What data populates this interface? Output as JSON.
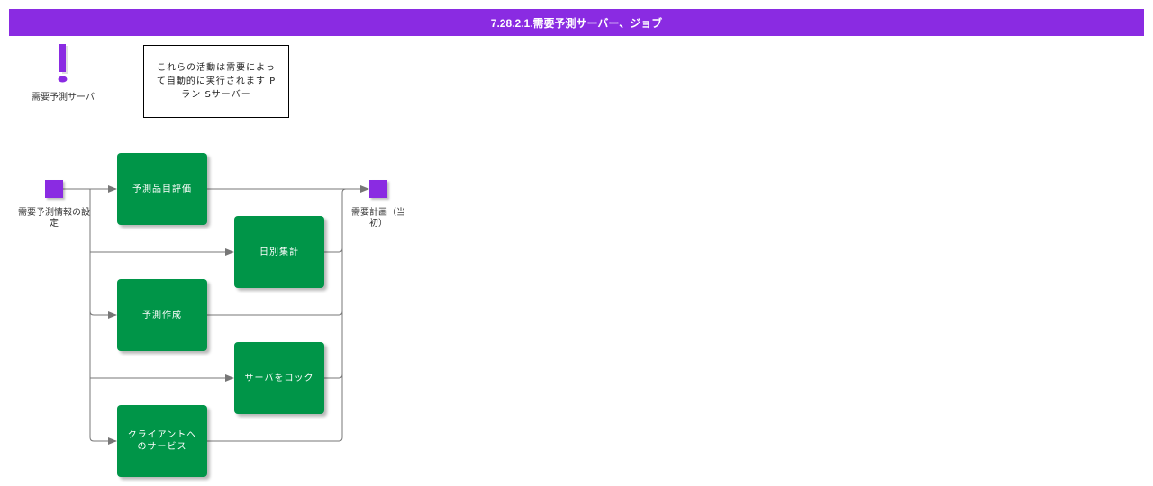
{
  "header": {
    "title": "7.28.2.1.需要予測サーバー、ジョブ"
  },
  "legend": {
    "icon": "exclamation-icon",
    "label": "需要予測サーバ",
    "note": "これらの活動は需要によって自動的に実行されます Pラン Sサーバー"
  },
  "start_event": {
    "label": "需要予測情報の設定"
  },
  "end_event": {
    "label": "需要計画（当初）"
  },
  "activities": [
    {
      "id": "evaluate-items",
      "label": "予測品目評価"
    },
    {
      "id": "daily-aggregate",
      "label": "日別集計"
    },
    {
      "id": "create-forecast",
      "label": "予測作成"
    },
    {
      "id": "lock-server",
      "label": "サーバをロック"
    },
    {
      "id": "serve-clients",
      "label": "クライアントへのサービス"
    }
  ],
  "colors": {
    "header": "#8a2be2",
    "event_marker": "#8a2be2",
    "activity": "#009548",
    "connector": "#777777"
  }
}
